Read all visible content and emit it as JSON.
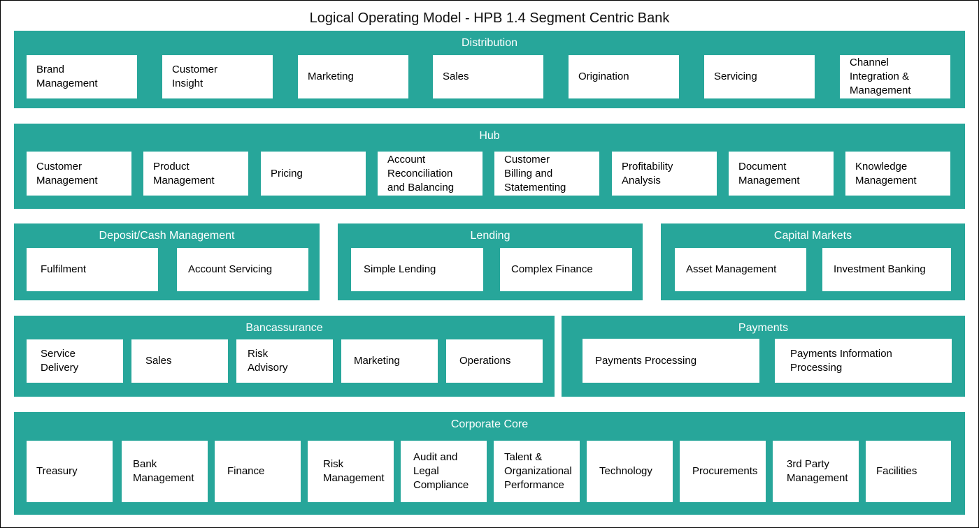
{
  "title": "Logical Operating Model - HPB 1.4 Segment Centric Bank",
  "sections": {
    "distribution": {
      "title": "Distribution",
      "items": [
        "Brand\nManagement",
        "Customer\nInsight",
        "Marketing",
        "Sales",
        "Origination",
        "Servicing",
        "Channel\nIntegration &\nManagement"
      ]
    },
    "hub": {
      "title": "Hub",
      "items": [
        "Customer\nManagement",
        "Product\nManagement",
        "Pricing",
        "Account\nReconciliation\nand Balancing",
        "Customer\nBilling and\nStatementing",
        "Profitability\nAnalysis",
        "Document\nManagement",
        "Knowledge\nManagement"
      ]
    },
    "deposit": {
      "title": "Deposit/Cash Management",
      "items": [
        "Fulfilment",
        "Account Servicing"
      ]
    },
    "lending": {
      "title": "Lending",
      "items": [
        "Simple Lending",
        "Complex Finance"
      ]
    },
    "capital": {
      "title": "Capital Markets",
      "items": [
        "Asset Management",
        "Investment Banking"
      ]
    },
    "bancassurance": {
      "title": "Bancassurance",
      "items": [
        "Service\nDelivery",
        "Sales",
        "Risk\nAdvisory",
        "Marketing",
        "Operations"
      ]
    },
    "payments": {
      "title": "Payments",
      "items": [
        "Payments Processing",
        "Payments Information\nProcessing"
      ]
    },
    "corporate": {
      "title": "Corporate Core",
      "items": [
        "Treasury",
        "Bank\nManagement",
        "Finance",
        "Risk\nManagement",
        "Audit and\nLegal\nCompliance",
        "Talent &\nOrganizational\nPerformance",
        "Technology",
        "Procurements",
        "3rd Party\nManagement",
        "Facilities"
      ]
    }
  }
}
